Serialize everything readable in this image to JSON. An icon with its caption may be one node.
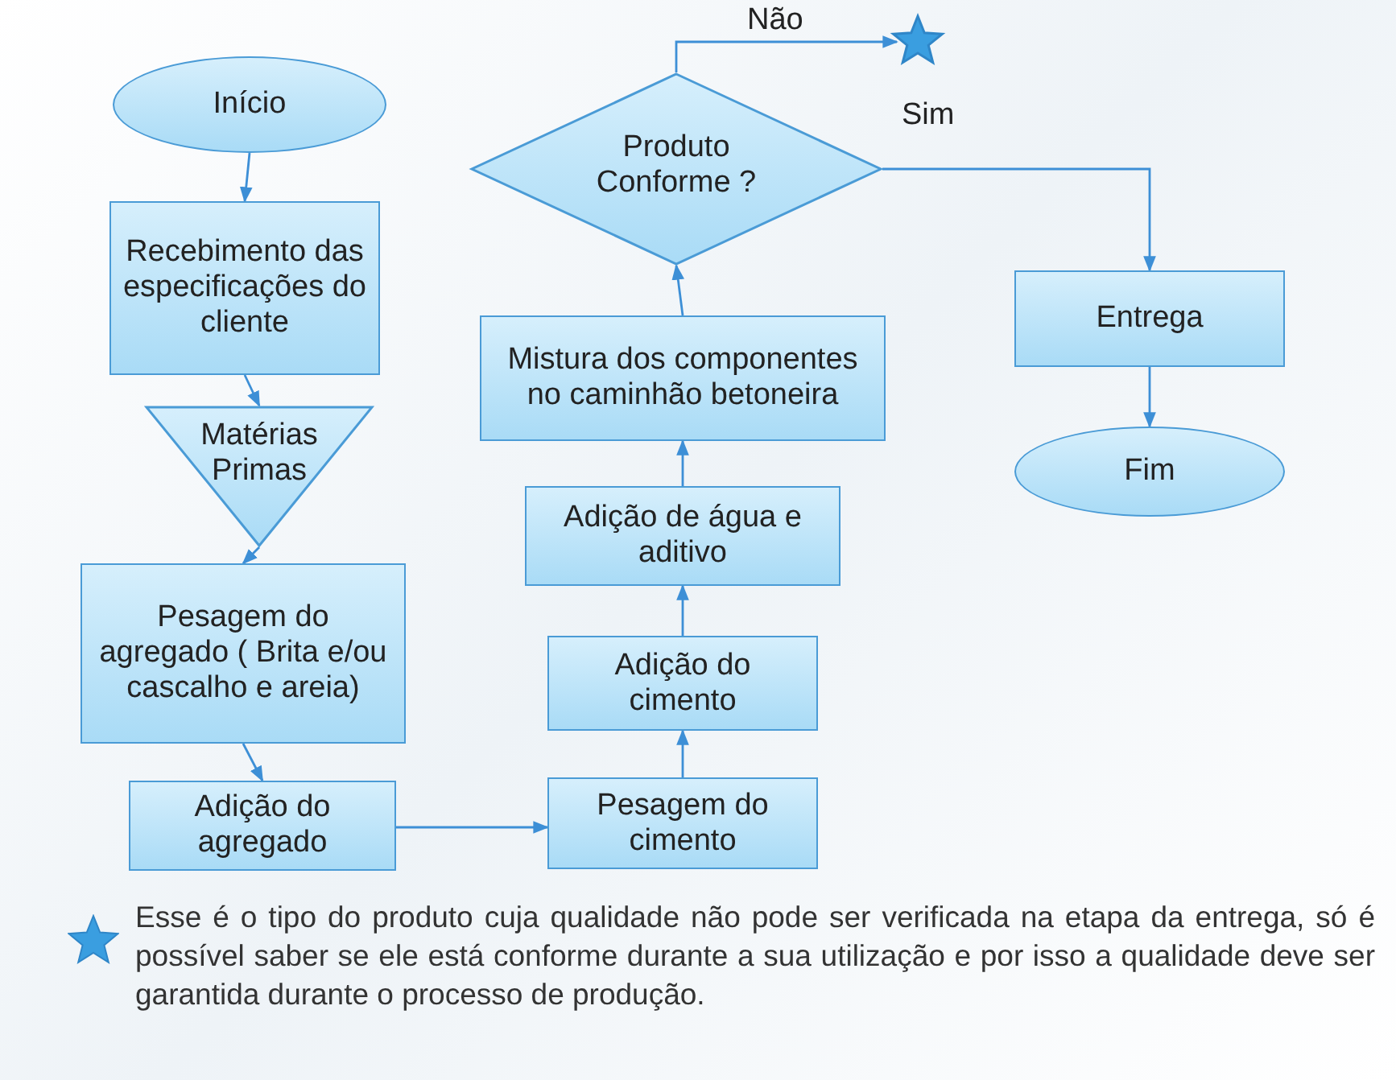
{
  "diagram": {
    "nodes": [
      {
        "text": [
          "Início"
        ]
      },
      {
        "text": [
          "Recebimento das especificações do cliente"
        ]
      },
      {
        "text": [
          "Matérias Primas"
        ]
      },
      {
        "text": [
          "Pesagem do agregado ( Brita e/ou cascalho e areia)"
        ]
      },
      {
        "text": [
          "Adição do agregado"
        ]
      },
      {
        "text": [
          "Pesagem do cimento"
        ]
      },
      {
        "text": [
          "Adição do cimento"
        ]
      },
      {
        "text": [
          "Adição de água e aditivo"
        ]
      },
      {
        "text": [
          "Mistura dos componentes no caminhão betoneira"
        ]
      },
      {
        "text": [
          "Produto Conforme ?"
        ]
      },
      {
        "text": [],
        "shape": "star"
      },
      {
        "text": [
          "Entrega"
        ]
      },
      {
        "text": [
          "Fim"
        ]
      }
    ],
    "edges": [
      {
        "from": 0,
        "to": 1,
        "arrow": "to"
      },
      {
        "from": 1,
        "to": 2,
        "arrow": "to"
      },
      {
        "from": 2,
        "to": 3,
        "arrow": "to"
      },
      {
        "from": 3,
        "to": 4,
        "arrow": "to"
      },
      {
        "from": 4,
        "to": 5,
        "arrow": "to"
      },
      {
        "from": 5,
        "to": 6,
        "arrow": "to"
      },
      {
        "from": 6,
        "to": 7,
        "arrow": "to"
      },
      {
        "from": 7,
        "to": 8,
        "arrow": "to"
      },
      {
        "from": 8,
        "to": 9,
        "arrow": "to"
      },
      {
        "from": 9,
        "to": 10,
        "arrow": "to",
        "label": "Não"
      },
      {
        "from": 9,
        "to": 11,
        "arrow": "to",
        "label": "Sim"
      },
      {
        "from": 11,
        "to": 12,
        "arrow": "to"
      }
    ],
    "labels": [
      "Esse é o tipo do produto cuja qualidade não pode ser verificada na etapa da entrega, só é possível saber se ele está conforme durante a sua utilização e por isso a qualidade deve ser garantida durante o processo de produção."
    ]
  }
}
